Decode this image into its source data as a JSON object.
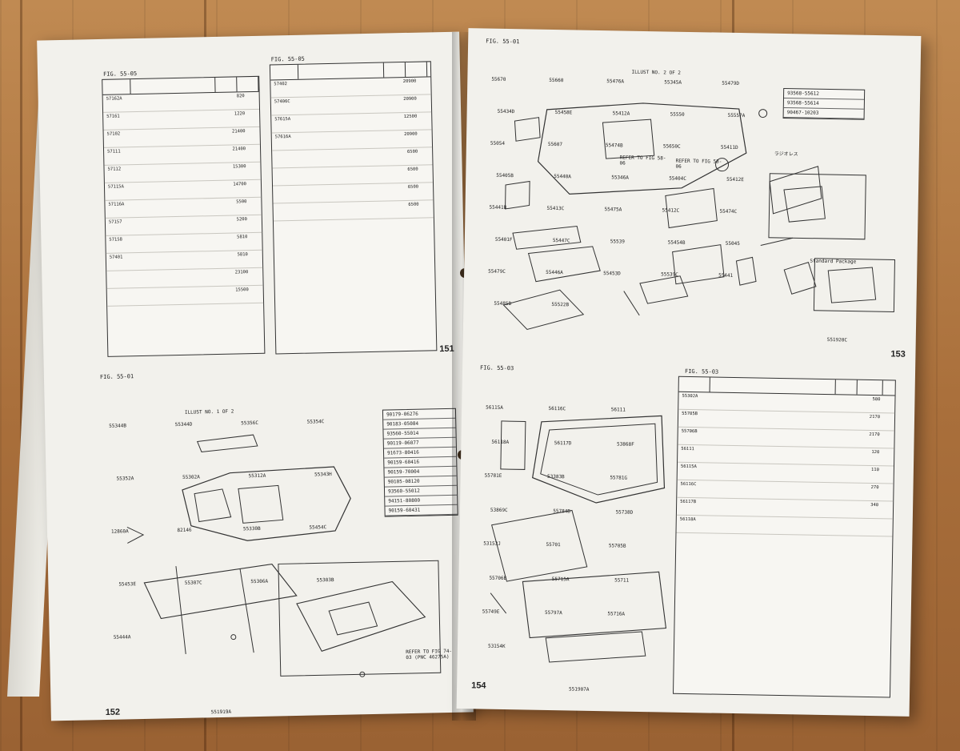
{
  "left_page": {
    "top_fig_title_1": "FIG. 55-05",
    "top_fig_title_2": "FIG. 55-05",
    "illus_fig_title": "FIG. 55-01",
    "illus_caption": "ILLUST NO. 1 OF 2",
    "page_number": "152",
    "page_number_top": "151",
    "code_bottom": "551919A",
    "table1_rows": [
      "57162A",
      "57161",
      "57102",
      "57111",
      "57112",
      "57115A",
      "57116A",
      "57157",
      "57158",
      "57401"
    ],
    "table1_nums": [
      "820",
      "1220",
      "21400",
      "21400",
      "15300",
      "14700",
      "5500",
      "5200",
      "5810",
      "5810",
      "23100",
      "15500"
    ],
    "table2_rows": [
      "57402",
      "57406C",
      "57615A",
      "57616A"
    ],
    "table2_nums": [
      "20900",
      "20900",
      "12500",
      "20900",
      "6500",
      "6500",
      "6500",
      "6500"
    ],
    "part_labels": [
      "55344B",
      "55344D",
      "55356C",
      "55354C",
      "55352A",
      "55302A",
      "55312A",
      "55343H",
      "12860A",
      "82146",
      "55330B",
      "55454C",
      "55453E",
      "55307C",
      "55306A",
      "55303B",
      "55444A"
    ],
    "callout_parts": [
      "90179-06276",
      "90183-05084",
      "93560-55014",
      "90119-06077",
      "91673-80416",
      "90159-60416",
      "90159-70004",
      "90105-08120",
      "93560-55012",
      "94151-80800",
      "90159-60431"
    ],
    "refer_note": "REFER TO FIG 74-03 (PNC 46275A)"
  },
  "right_page": {
    "top_fig_title": "FIG. 55-01",
    "illus_caption": "ILLUST NO. 2 OF 2",
    "page_number_top": "153",
    "page_number_bottom": "154",
    "code_top": "551920C",
    "code_bottom": "551907A",
    "lower_fig_title": "FIG. 55-03",
    "radio_label": "ラジオレス",
    "standard_pkg": "Standard Package",
    "part_labels_top": [
      "55670",
      "55660",
      "55476A",
      "55345A",
      "55479D",
      "55434D",
      "55458E",
      "55412A",
      "55550",
      "55557A",
      "55054",
      "55607",
      "55474B",
      "55650C",
      "55411D",
      "55405B",
      "55440A",
      "55346A",
      "55404C",
      "55412E",
      "55441B",
      "55413C",
      "55475A",
      "55412C",
      "55474C",
      "55401F",
      "55447C",
      "55539",
      "55454B",
      "55045",
      "55479C",
      "55446A",
      "55453D",
      "55539C",
      "55441",
      "55485B",
      "55522B"
    ],
    "callout_parts": [
      "93568-55612",
      "93568-55614",
      "90467-10203"
    ],
    "part_labels_bottom": [
      "56115A",
      "56116C",
      "56111",
      "56118A",
      "56117D",
      "53868F",
      "55781E",
      "53383B",
      "55781G",
      "53869C",
      "55784B",
      "55738D",
      "53153J",
      "55701",
      "55705B",
      "55706B",
      "55715A",
      "55711",
      "55749E",
      "55797A",
      "55716A",
      "53154K"
    ],
    "table_rows": [
      "55302A",
      "55705B",
      "55706B",
      "56111",
      "56115A",
      "56116C",
      "56117B",
      "56118A"
    ],
    "table_nums": [
      "580",
      "2170",
      "2170",
      "120",
      "110",
      "270",
      "340"
    ],
    "refer_note_1": "REFER TO FIG 58-06",
    "refer_note_2": "REFER TO FIG 58-06"
  }
}
